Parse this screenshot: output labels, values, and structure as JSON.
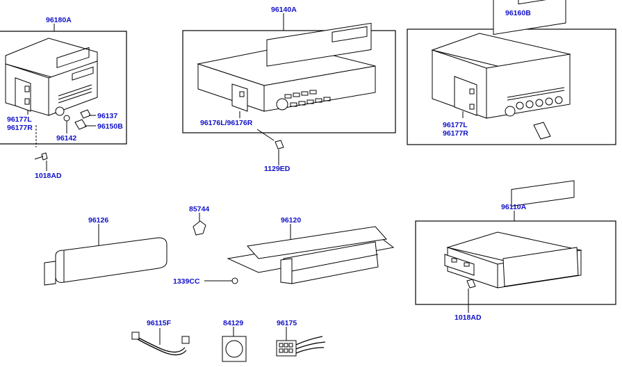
{
  "labels": {
    "p96180A": "96180A",
    "p96140A": "96140A",
    "p96160B": "96160B",
    "p96177L_a": "96177L",
    "p96177R_a": "96177R",
    "p96137": "96137",
    "p96150B": "96150B",
    "p96142": "96142",
    "p1018AD_a": "1018AD",
    "p96176": "96176L/96176R",
    "p1129ED": "1129ED",
    "p96177L_b": "96177L",
    "p96177R_b": "96177R",
    "p85744": "85744",
    "p96126": "96126",
    "p96120": "96120",
    "p1339CC": "1339CC",
    "p96110A": "96110A",
    "p1018AD_b": "1018AD",
    "p96115F": "96115F",
    "p84129": "84129",
    "p96175": "96175"
  }
}
